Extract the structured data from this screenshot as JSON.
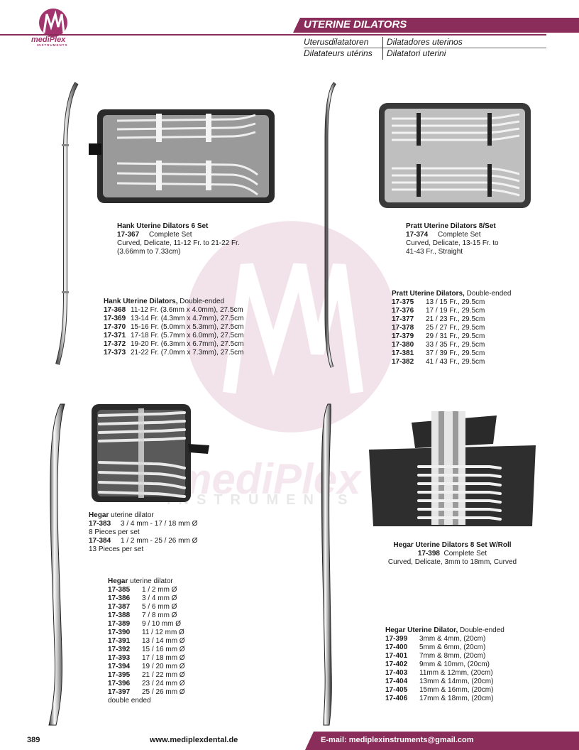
{
  "header": {
    "logo_word": "mediPlex",
    "logo_sub": "INSTRUMENTS",
    "title": "UTERINE DILATORS",
    "translations": {
      "de": "Uterusdilatatoren",
      "es": "Dilatadores uterinos",
      "fr": "Dilatateurs utérins",
      "it": "Dilatatori uterini"
    }
  },
  "watermark": {
    "word": "mediPlex",
    "sub": "INSTRUMENTS"
  },
  "hank_set": {
    "title": "Hank Uterine Dilators 6 Set",
    "code": "17-367",
    "code_label": "Complete Set",
    "line1": "Curved, Delicate,  11-12 Fr. to 21-22 Fr.",
    "line2": "(3.66mm to 7.33cm)"
  },
  "hank_single": {
    "title_bold": "Hank Uterine Dilators,",
    "title_rest": " Double-ended",
    "items": [
      {
        "code": "17-368",
        "desc": "11-12 Fr. (3.6mm x 4.0mm), 27.5cm"
      },
      {
        "code": "17-369",
        "desc": "13-14 Fr. (4.3mm x 4.7mm), 27.5cm"
      },
      {
        "code": "17-370",
        "desc": "15-16 Fr. (5.0mm x 5.3mm), 27.5cm"
      },
      {
        "code": "17-371",
        "desc": "17-18 Fr. (5.7mm x 6.0mm), 27.5cm"
      },
      {
        "code": "17-372",
        "desc": "19-20 Fr. (6.3mm x 6.7mm), 27.5cm"
      },
      {
        "code": "17-373",
        "desc": "21-22 Fr. (7.0mm x 7.3mm), 27.5cm"
      }
    ]
  },
  "pratt_set": {
    "title": "Pratt Uterine Dilators 8/Set",
    "code": "17-374",
    "code_label": "Complete Set",
    "line1": "Curved, Delicate, 13-15 Fr. to",
    "line2": "41-43 Fr., Straight"
  },
  "pratt_single": {
    "title_bold": "Pratt Uterine Dilators,",
    "title_rest": " Double-ended",
    "items": [
      {
        "code": "17-375",
        "desc": "13 / 15 Fr., 29.5cm"
      },
      {
        "code": "17-376",
        "desc": "17 / 19 Fr., 29.5cm"
      },
      {
        "code": "17-377",
        "desc": "21 / 23 Fr., 29.5cm"
      },
      {
        "code": "17-378",
        "desc": "25 / 27 Fr., 29.5cm"
      },
      {
        "code": "17-379",
        "desc": "29 / 31 Fr., 29.5cm"
      },
      {
        "code": "17-380",
        "desc": "33 / 35 Fr., 29.5cm"
      },
      {
        "code": "17-381",
        "desc": "37 / 39 Fr., 29.5cm"
      },
      {
        "code": "17-382",
        "desc": "41 / 43 Fr., 29.5cm"
      }
    ]
  },
  "hegar_set": {
    "title_bold": "Hegar",
    "title_rest": " uterine dilator",
    "code1": "17-383",
    "desc1": "3 / 4 mm - 17 / 18 mm Ø",
    "note1": "8 Pieces per set",
    "code2": "17-384",
    "desc2": "1 / 2 mm - 25 / 26 mm Ø",
    "note2": "13 Pieces per set"
  },
  "hegar_single": {
    "title_bold": "Hegar",
    "title_rest": " uterine dilator",
    "items": [
      {
        "code": "17-385",
        "desc": "1 /  2 mm Ø"
      },
      {
        "code": "17-386",
        "desc": "3 /  4 mm Ø"
      },
      {
        "code": "17-387",
        "desc": "5 /  6 mm Ø"
      },
      {
        "code": "17-388",
        "desc": "7 /  8 mm Ø"
      },
      {
        "code": "17-389",
        "desc": "9 / 10 mm Ø"
      },
      {
        "code": "17-390",
        "desc": "11 / 12 mm Ø"
      },
      {
        "code": "17-391",
        "desc": "13 / 14 mm Ø"
      },
      {
        "code": "17-392",
        "desc": "15 / 16 mm Ø"
      },
      {
        "code": "17-393",
        "desc": "17 / 18 mm Ø"
      },
      {
        "code": "17-394",
        "desc": "19 / 20 mm Ø"
      },
      {
        "code": "17-395",
        "desc": "21 / 22 mm Ø"
      },
      {
        "code": "17-396",
        "desc": "23 / 24 mm Ø"
      },
      {
        "code": "17-397",
        "desc": "25 / 26 mm Ø"
      }
    ],
    "footer": "double ended"
  },
  "hegar_roll": {
    "title": "Hegar Uterine Dilators 8 Set W/Roll",
    "code": "17-398",
    "code_label": "Complete Set",
    "line1": "Curved, Delicate, 3mm to 18mm, Curved"
  },
  "hegar_double": {
    "title_bold": "Hegar Uterine Dilator,",
    "title_rest": " Double-ended",
    "items": [
      {
        "code": "17-399",
        "desc": "3mm & 4mm, (20cm)"
      },
      {
        "code": "17-400",
        "desc": "5mm & 6mm, (20cm)"
      },
      {
        "code": "17-401",
        "desc": "7mm & 8mm, (20cm)"
      },
      {
        "code": "17-402",
        "desc": "9mm & 10mm, (20cm)"
      },
      {
        "code": "17-403",
        "desc": "11mm & 12mm, (20cm)"
      },
      {
        "code": "17-404",
        "desc": "13mm & 14mm, (20cm)"
      },
      {
        "code": "17-405",
        "desc": "15mm & 16mm, (20cm)"
      },
      {
        "code": "17-406",
        "desc": "17mm & 18mm, (20cm)"
      }
    ]
  },
  "footer": {
    "page": "389",
    "website": "www.mediplexdental.de",
    "email": "E-mail: mediplexinstruments@gmail.com"
  },
  "colors": {
    "brand": "#8b2d5a",
    "logo": "#a3336c"
  }
}
